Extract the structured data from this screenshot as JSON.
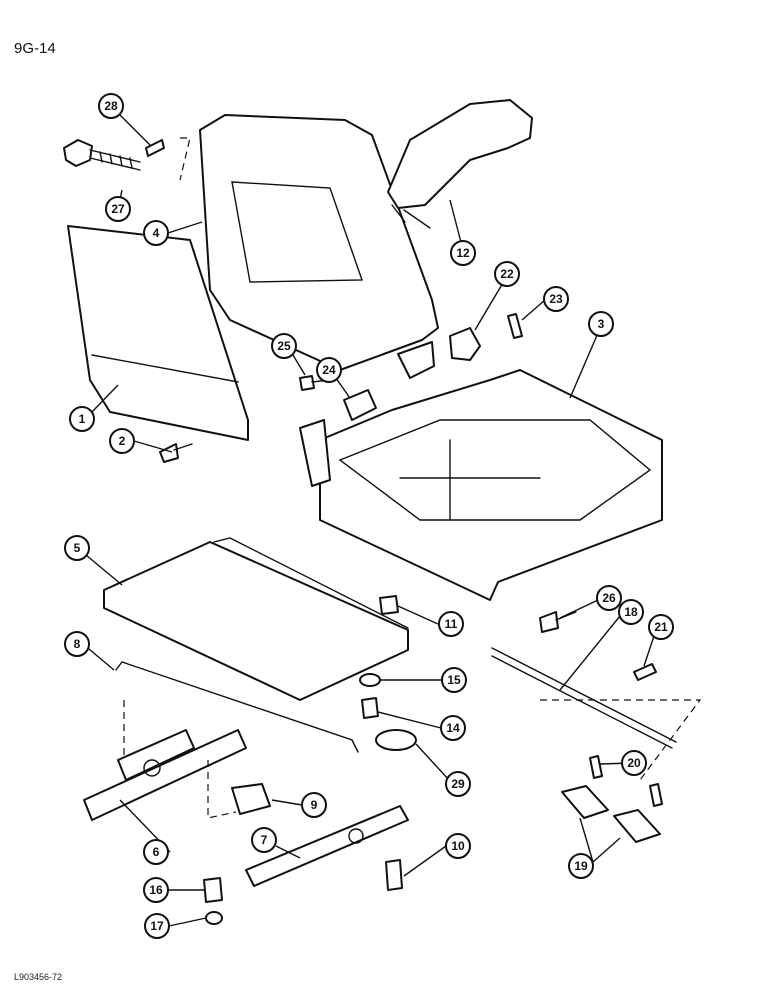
{
  "page_id": "9G-14",
  "drawing_id": "L903456-72",
  "callouts": {
    "c1": "1",
    "c2": "2",
    "c3": "3",
    "c4": "4",
    "c5": "5",
    "c6": "6",
    "c7": "7",
    "c8": "8",
    "c9": "9",
    "c10": "10",
    "c11": "11",
    "c12": "12",
    "c14": "14",
    "c15": "15",
    "c16": "16",
    "c17": "17",
    "c18": "18",
    "c19": "19",
    "c20": "20",
    "c21": "21",
    "c22": "22",
    "c23": "23",
    "c24": "24",
    "c25": "25",
    "c26": "26",
    "c27": "27",
    "c28": "28",
    "c29": "29"
  }
}
